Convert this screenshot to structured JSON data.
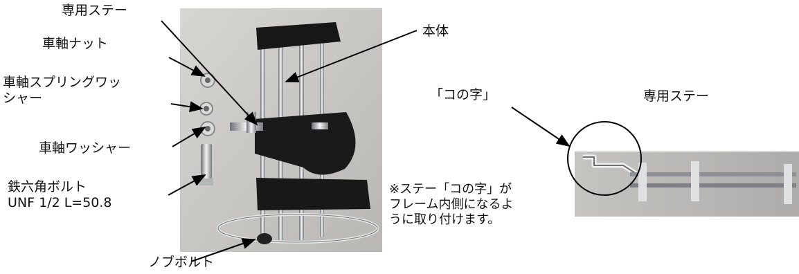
{
  "labels": {
    "stay_main": "専用ステー",
    "axle_nut": "車軸ナット",
    "spring_washer_1": "車軸スプリングワッ",
    "spring_washer_2": "シャー",
    "axle_washer": "車軸ワッシャー",
    "bolt_1": "鉄六角ボルト",
    "bolt_2": "UNF 1/2 L=50.8",
    "knob_bolt": "ノブボルト",
    "body": "本体",
    "ko_shape": "「コの字」",
    "stay_detail": "専用ステー",
    "note_1": "※ステー「コの字」が",
    "note_2": "フレーム内側になるよ",
    "note_3": "うに取り付けます。"
  },
  "colors": {
    "text": "#111111",
    "chrome": "#c9ccd0",
    "strap": "#161616",
    "photo_bg": "#bfbdbb"
  }
}
